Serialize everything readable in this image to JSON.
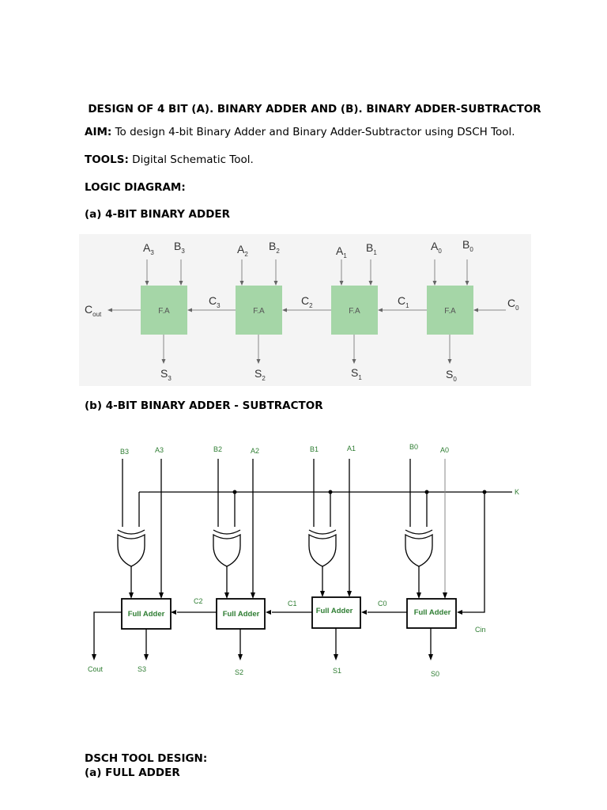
{
  "doc": {
    "title": "DESIGN OF 4 BIT (A). BINARY ADDER AND (B). BINARY ADDER-SUBTRACTOR",
    "aim_label": "AIM:",
    "aim_text": " To design 4-bit Binary Adder and Binary Adder-Subtractor using DSCH Tool.",
    "tools_label": "TOOLS:",
    "tools_text": " Digital Schematic Tool.",
    "logic_heading": "LOGIC DIAGRAM:",
    "section_a": "(a) 4-BIT BINARY ADDER",
    "section_b": "(b) 4-BIT BINARY ADDER - SUBTRACTOR",
    "dsch_heading": "DSCH TOOL DESIGN:",
    "section_fa": "(a) FULL ADDER"
  },
  "adder": {
    "block_label": "F.A",
    "cout": {
      "main": "C",
      "sub": "out"
    },
    "stages": [
      {
        "a": "A",
        "a_sub": "3",
        "b": "B",
        "b_sub": "3",
        "s": "S",
        "s_sub": "3",
        "c": "C",
        "c_sub": "3"
      },
      {
        "a": "A",
        "a_sub": "2",
        "b": "B",
        "b_sub": "2",
        "s": "S",
        "s_sub": "2",
        "c": "C",
        "c_sub": "2"
      },
      {
        "a": "A",
        "a_sub": "1",
        "b": "B",
        "b_sub": "1",
        "s": "S",
        "s_sub": "1",
        "c": "C",
        "c_sub": "1"
      },
      {
        "a": "A",
        "a_sub": "0",
        "b": "B",
        "b_sub": "0",
        "s": "S",
        "s_sub": "0",
        "c": "C",
        "c_sub": "0"
      }
    ]
  },
  "addsub": {
    "block_label": "Full Adder",
    "k": "K",
    "cin": "Cin",
    "cout": "Cout",
    "b_labels": [
      "B3",
      "B2",
      "B1",
      "B0"
    ],
    "a_labels": [
      "A3",
      "A2",
      "A1",
      "A0"
    ],
    "s_labels": [
      "S3",
      "S2",
      "S1",
      "S0"
    ],
    "carry_labels": [
      "C2",
      "C1",
      "C0"
    ]
  }
}
